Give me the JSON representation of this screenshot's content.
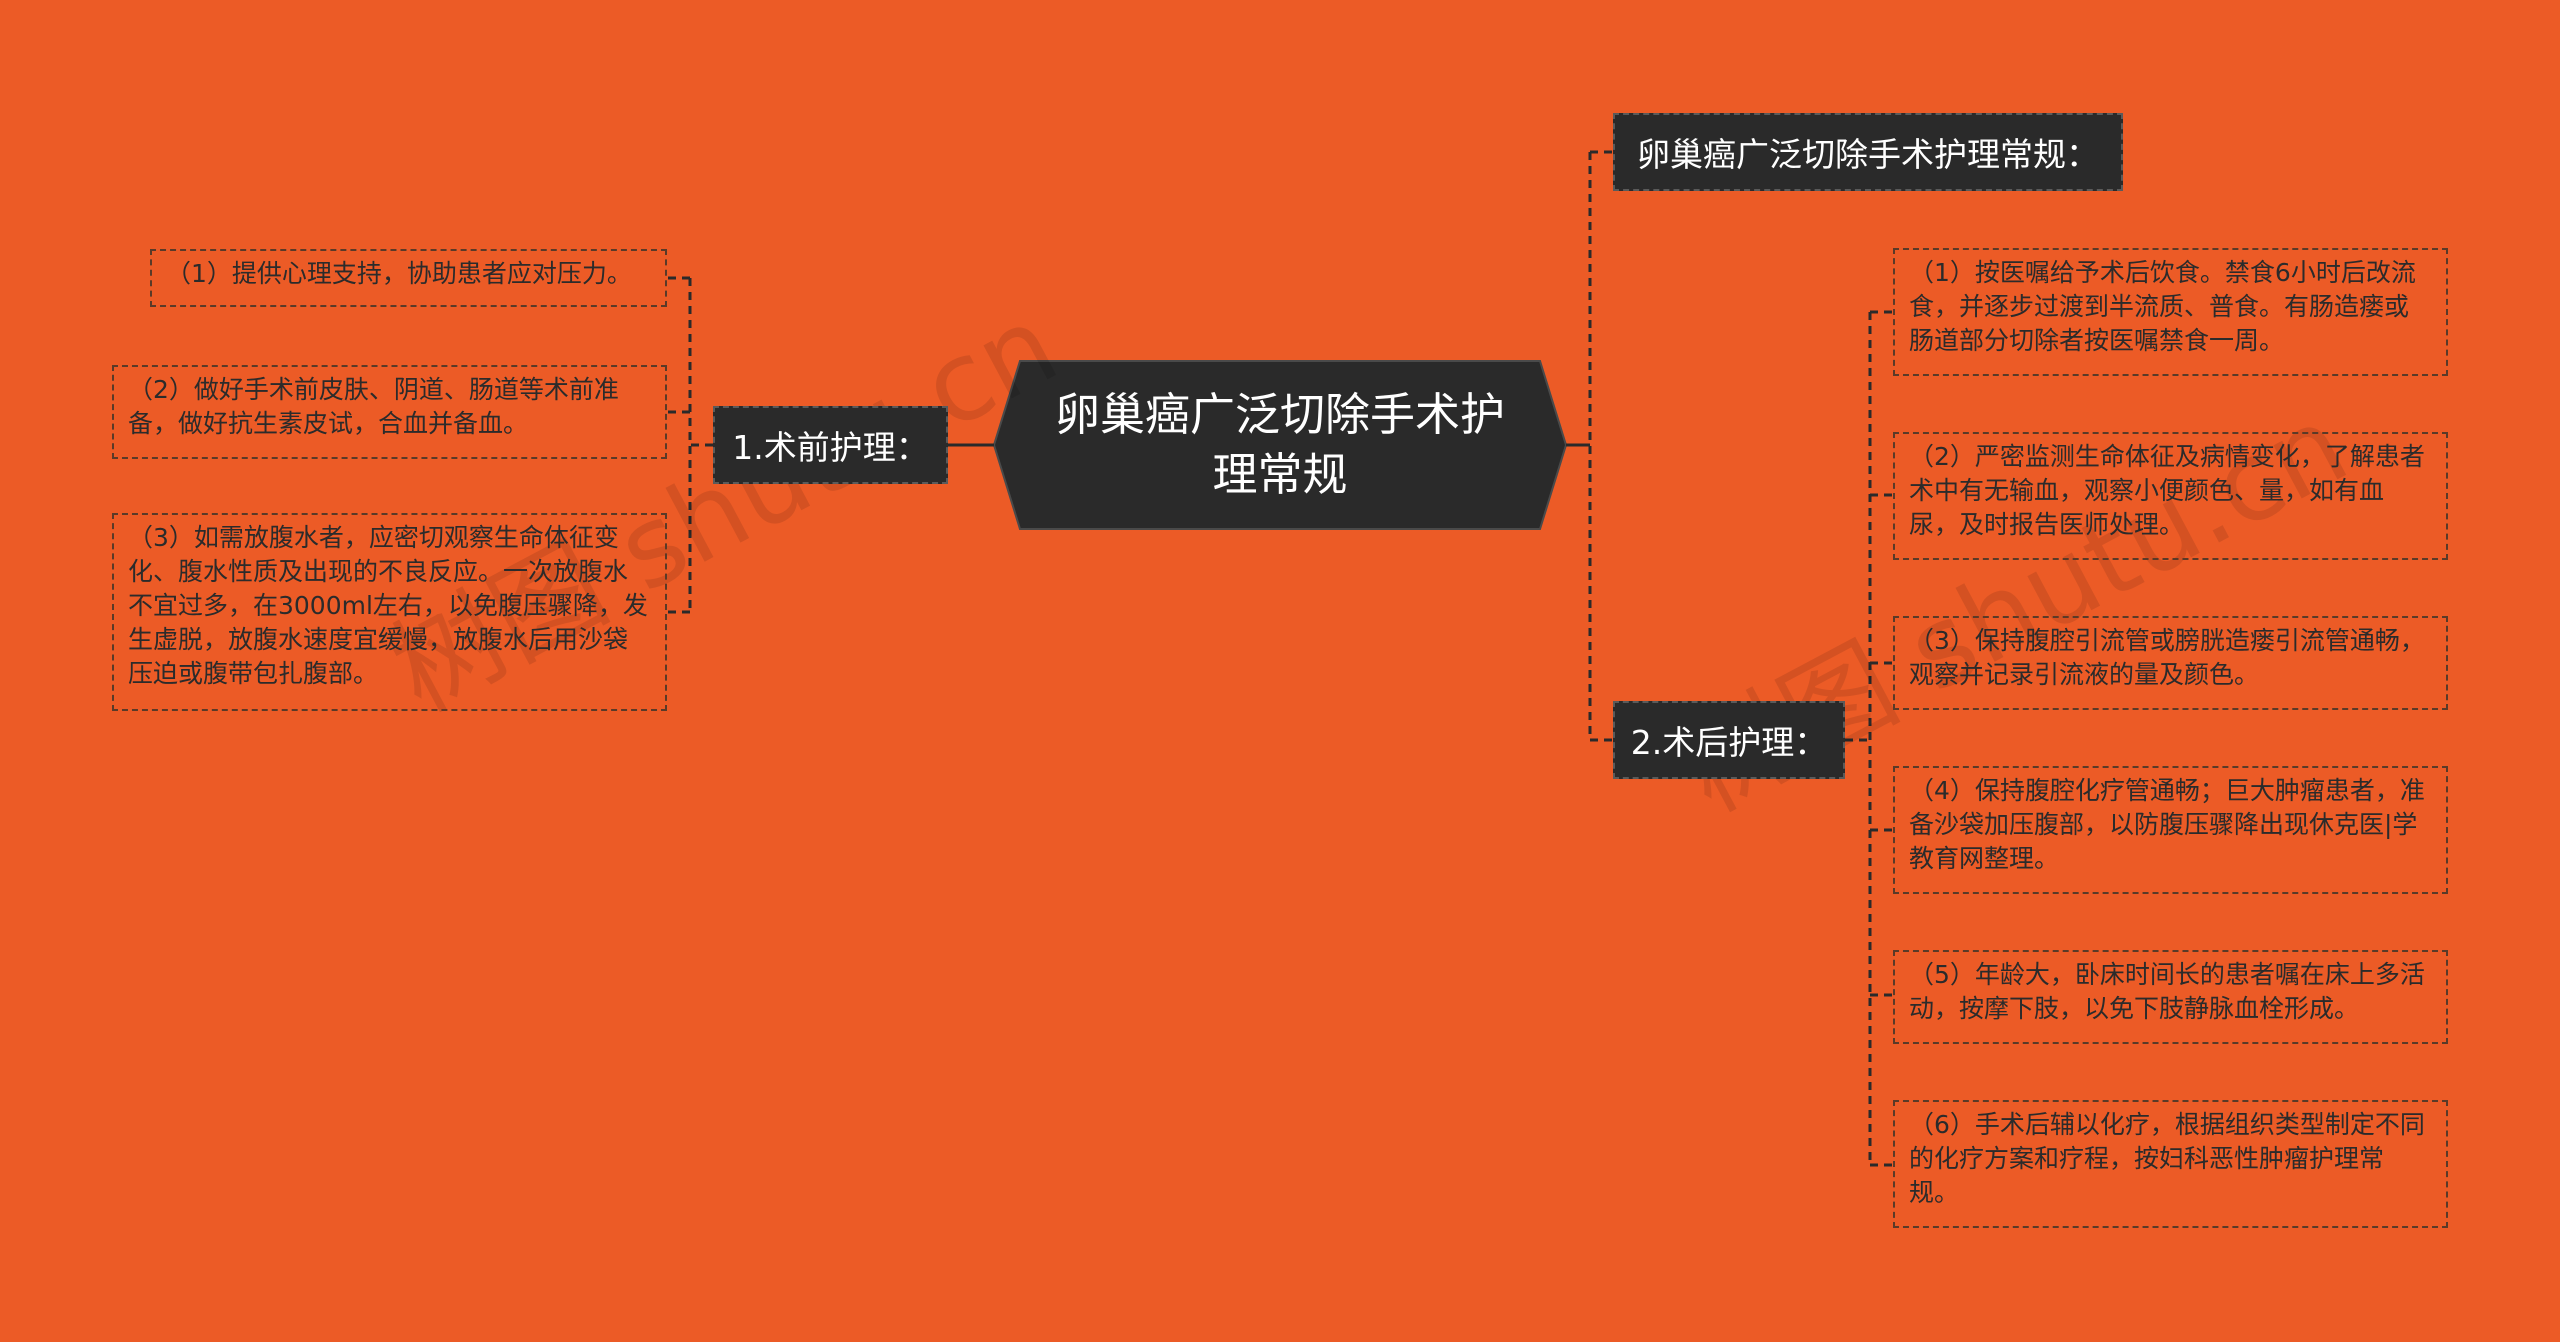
{
  "center": {
    "title": "卵巢癌广泛切除手术护理常规"
  },
  "branches": {
    "top": {
      "label": "卵巢癌广泛切除手术护理常规："
    },
    "pre": {
      "label": "1.术前护理：",
      "items": [
        "（1）提供心理支持，协助患者应对压力。",
        "（2）做好手术前皮肤、阴道、肠道等术前准备，做好抗生素皮试，合血并备血。",
        "（3）如需放腹水者，应密切观察生命体征变化、腹水性质及出现的不良反应。一次放腹水不宜过多，在3000ml左右，以免腹压骤降，发生虚脱，放腹水速度宜缓慢，放腹水后用沙袋压迫或腹带包扎腹部。"
      ]
    },
    "post": {
      "label": "2.术后护理：",
      "items": [
        "（1）按医嘱给予术后饮食。禁食6小时后改流食，并逐步过渡到半流质、普食。有肠造瘘或肠道部分切除者按医嘱禁食一周。",
        "（2）严密监测生命体征及病情变化，了解患者术中有无输血，观察小便颜色、量，如有血尿，及时报告医师处理。",
        "（3）保持腹腔引流管或膀胱造瘘引流管通畅，观察并记录引流液的量及颜色。",
        "（4）保持腹腔化疗管通畅；巨大肿瘤患者，准备沙袋加压腹部，以防腹压骤降出现休克医|学教育网整理。",
        "（5）年龄大，卧床时间长的患者嘱在床上多活动，按摩下肢，以免下肢静脉血栓形成。",
        "（6）手术后辅以化疗，根据组织类型制定不同的化疗方案和疗程，按妇科恶性肿瘤护理常规。"
      ]
    }
  },
  "watermarks": [
    "树图 shutu.cn",
    "树图 shutu.cn"
  ],
  "colors": {
    "background": "#EC5B26",
    "node_dark": "#2a2a2a",
    "text_light": "#ffffff",
    "connector": "#2a2a2a"
  }
}
